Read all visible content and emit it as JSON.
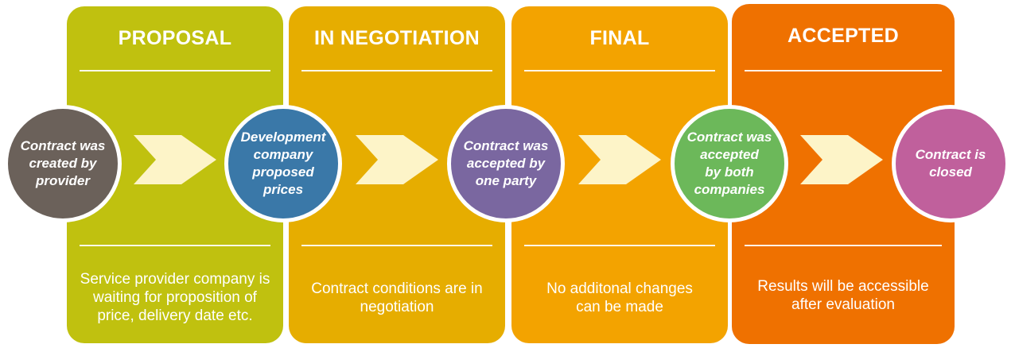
{
  "stages": [
    {
      "title": "PROPOSAL",
      "description": "Service provider company is\nwaiting for proposition of\nprice, delivery date etc.",
      "color": "#c0c10f"
    },
    {
      "title": "IN NEGOTIATION",
      "description": "Contract conditions are in\nnegotiation",
      "color": "#e6ad00"
    },
    {
      "title": "FINAL",
      "description": "No additonal changes\ncan be made",
      "color": "#f3a300"
    },
    {
      "title": "ACCEPTED",
      "description": "Results will be accessible\nafter evaluation",
      "color": "#ef7100"
    }
  ],
  "steps": [
    {
      "label": "Contract was\ncreated by\nprovider",
      "color": "#6b615a"
    },
    {
      "label": "Development\ncompany\nproposed\nprices",
      "color": "#3a78a8"
    },
    {
      "label": "Contract was\naccepted by\none party",
      "color": "#7a67a0"
    },
    {
      "label": "Contract was\naccepted\nby both\ncompanies",
      "color": "#6cb85a"
    },
    {
      "label": "Contract is\nclosed",
      "color": "#c0609c"
    }
  ],
  "arrow_color": "#fdf4c8"
}
